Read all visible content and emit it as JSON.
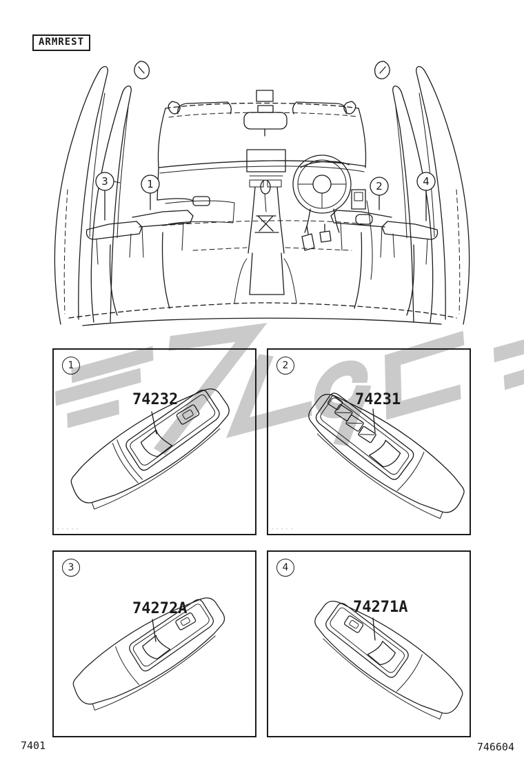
{
  "header": {
    "title": "ARMREST"
  },
  "colors": {
    "line": "#1a1a1a",
    "watermark": "#cacaca",
    "background": "#ffffff"
  },
  "diagram": {
    "description": "vehicle-interior-line-drawing",
    "callouts": [
      {
        "num": "3"
      },
      {
        "num": "1"
      },
      {
        "num": "2"
      },
      {
        "num": "4"
      }
    ]
  },
  "panels": [
    {
      "num": "1",
      "part_number": "74232"
    },
    {
      "num": "2",
      "part_number": "74231"
    },
    {
      "num": "3",
      "part_number": "74272A"
    },
    {
      "num": "4",
      "part_number": "74271A"
    }
  ],
  "footer": {
    "left_code": "7401",
    "right_code": "746604"
  }
}
